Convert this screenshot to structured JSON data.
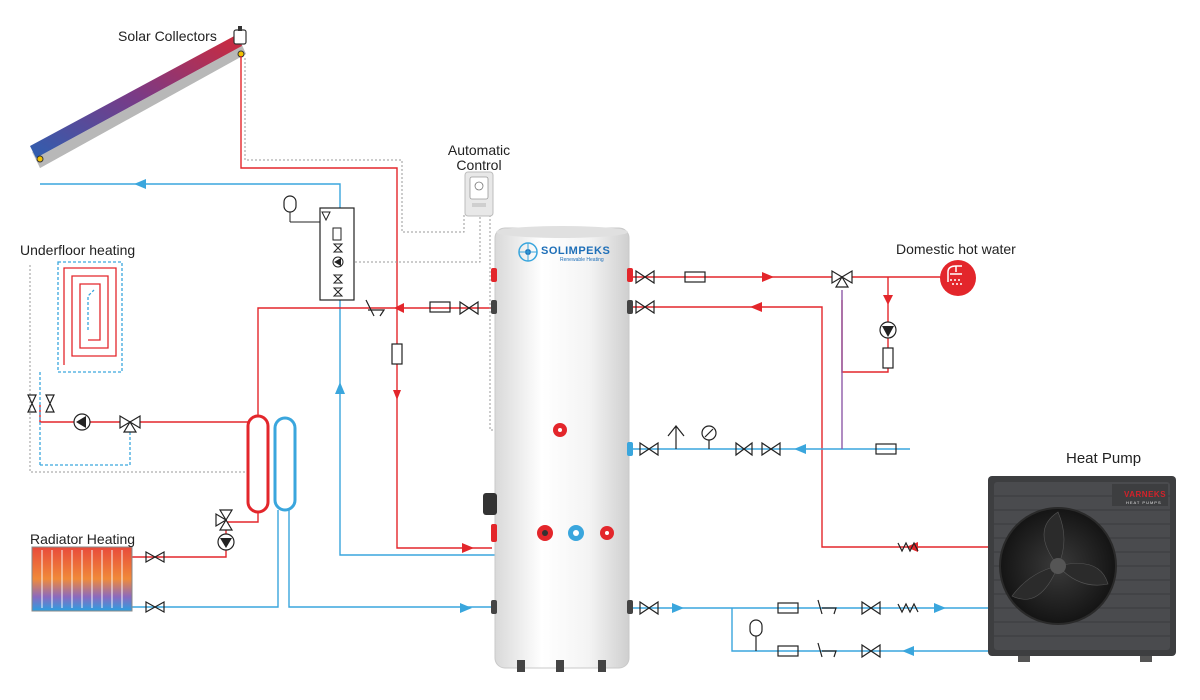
{
  "labels": {
    "solar_collectors": "Solar Collectors",
    "automatic_control_line1": "Automatic",
    "automatic_control_line2": "Control",
    "underfloor_heating": "Underfloor heating",
    "domestic_hot_water": "Domestic hot water",
    "radiator_heating": "Radiator Heating",
    "heat_pump": "Heat Pump"
  },
  "tank_brand": {
    "name": "SOLIMPEKS",
    "tagline": "Renewable Heating"
  },
  "heat_pump_brand": {
    "name": "VARNEKS",
    "tagline": "HEAT PUMPS"
  },
  "colors": {
    "hot_line": "#e3262b",
    "cold_line": "#3aa6dd",
    "control_line": "#9a9a9a",
    "diverter_line": "#8e5aa8",
    "heat_pump_body": "#3d3e40",
    "tank_body": "#f2f2f2",
    "brand_blue": "#1e6fb8",
    "brand_red": "#d3222a"
  }
}
